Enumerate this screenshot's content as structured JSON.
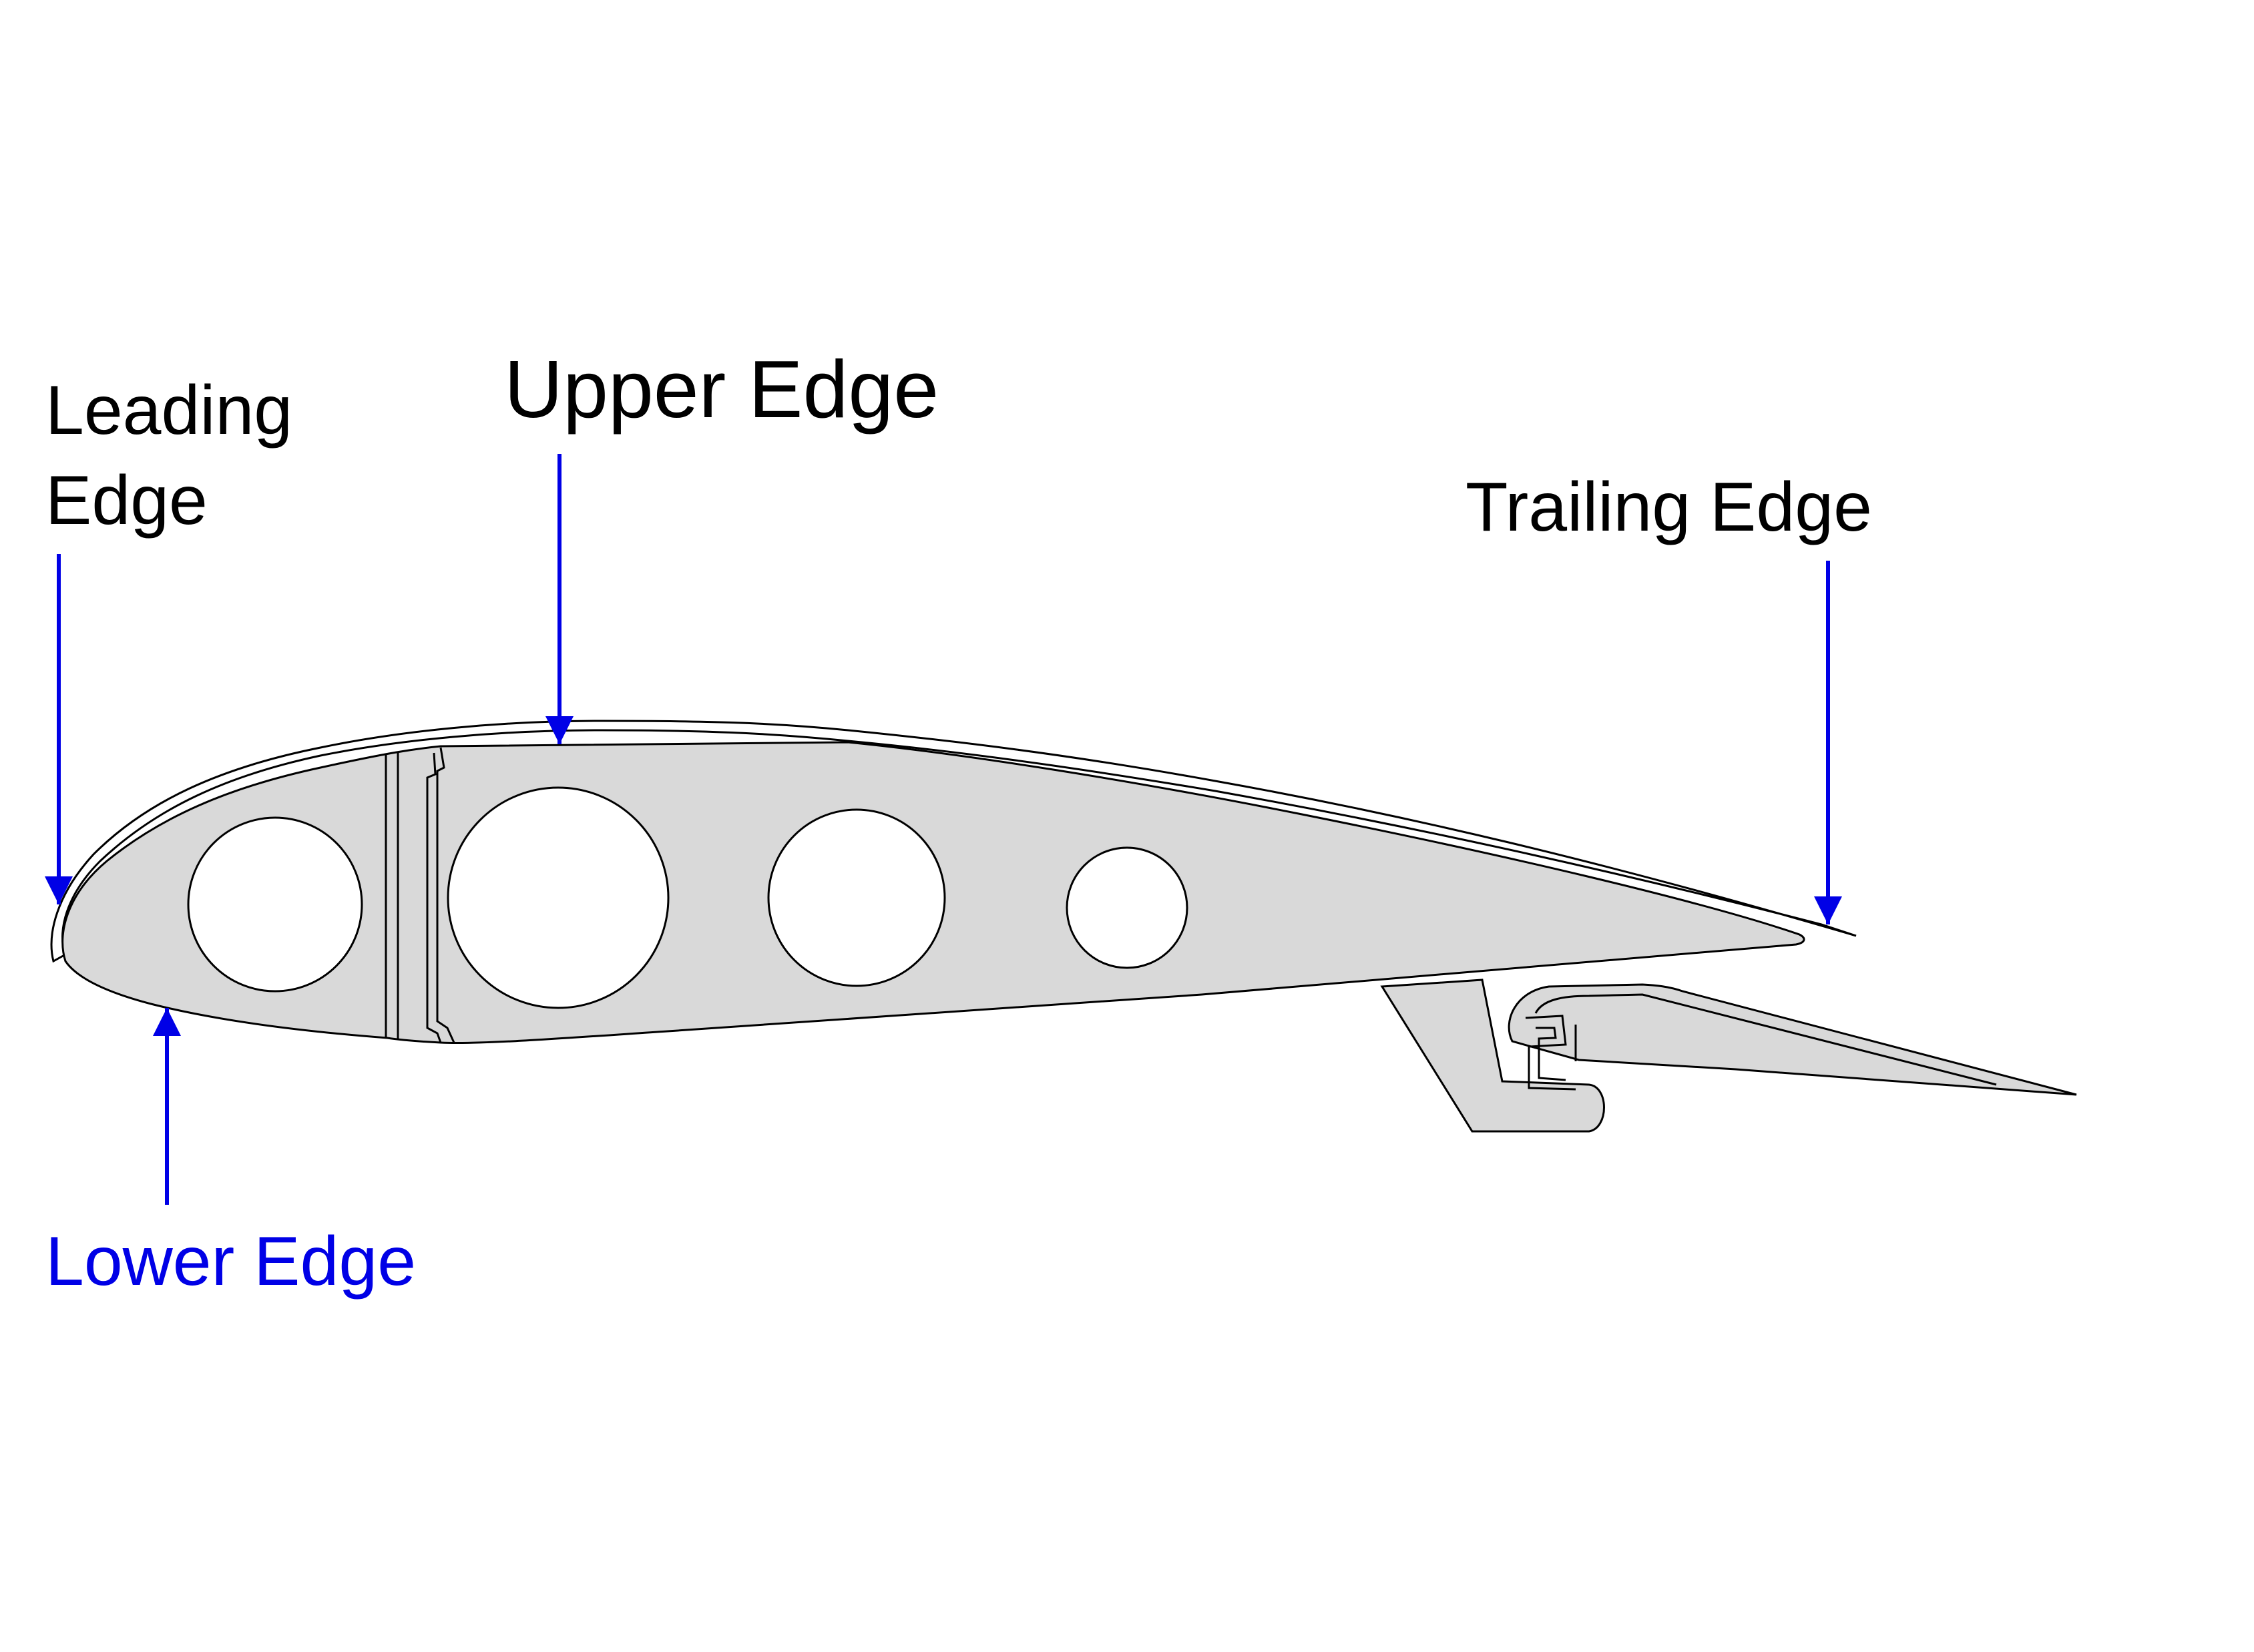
{
  "labels": {
    "leading_line1": "Leading",
    "leading_line2": "Edge",
    "upper": "Upper Edge",
    "trailing": "Trailing Edge",
    "lower": "Lower Edge"
  },
  "colors": {
    "arrow": "#0000e6",
    "lower_label": "#0000e6",
    "text": "#000000",
    "fill": "#d9d9d9",
    "outline": "#000000"
  }
}
